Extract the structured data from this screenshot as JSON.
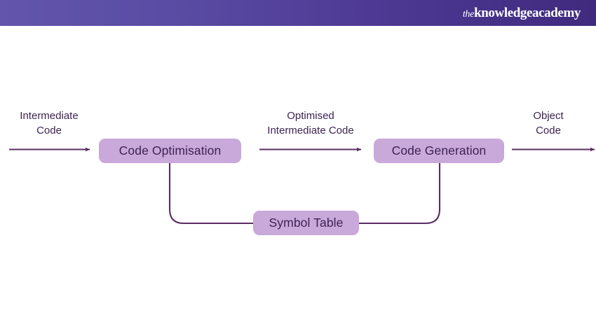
{
  "header": {
    "logo": {
      "prefix": "the",
      "word1": "knowledge",
      "word2": "academy",
      "full_text": "theknowledgeacademy"
    },
    "gradient_from": "#6255AB",
    "gradient_to": "#3F2A7E"
  },
  "diagram": {
    "title": "Compiler back-end phases flow diagram",
    "colors": {
      "node_fill": "#C9A8DA",
      "text": "#3D2352",
      "wire": "#5B2D63"
    },
    "nodes": [
      {
        "id": "code-optimisation",
        "label": "Code Optimisation"
      },
      {
        "id": "code-generation",
        "label": "Code Generation"
      },
      {
        "id": "symbol-table",
        "label": "Symbol Table"
      }
    ],
    "edge_labels": [
      {
        "id": "intermediate-code",
        "line1": "Intermediate",
        "line2": "Code"
      },
      {
        "id": "optimised-intermediate-code",
        "line1": "Optimised",
        "line2": "Intermediate Code"
      },
      {
        "id": "object-code",
        "line1": "Object",
        "line2": "Code"
      }
    ],
    "connectors": [
      {
        "id": "input-arrow",
        "from": "input",
        "to": "code-optimisation",
        "arrow": true
      },
      {
        "id": "middle-arrow",
        "from": "code-optimisation",
        "to": "code-generation",
        "arrow": true
      },
      {
        "id": "output-arrow",
        "from": "code-generation",
        "to": "output",
        "arrow": true
      },
      {
        "id": "optimisation-to-symbol-table",
        "from": "code-optimisation",
        "to": "symbol-table",
        "arrow": false
      },
      {
        "id": "generation-to-symbol-table",
        "from": "code-generation",
        "to": "symbol-table",
        "arrow": false
      }
    ]
  }
}
